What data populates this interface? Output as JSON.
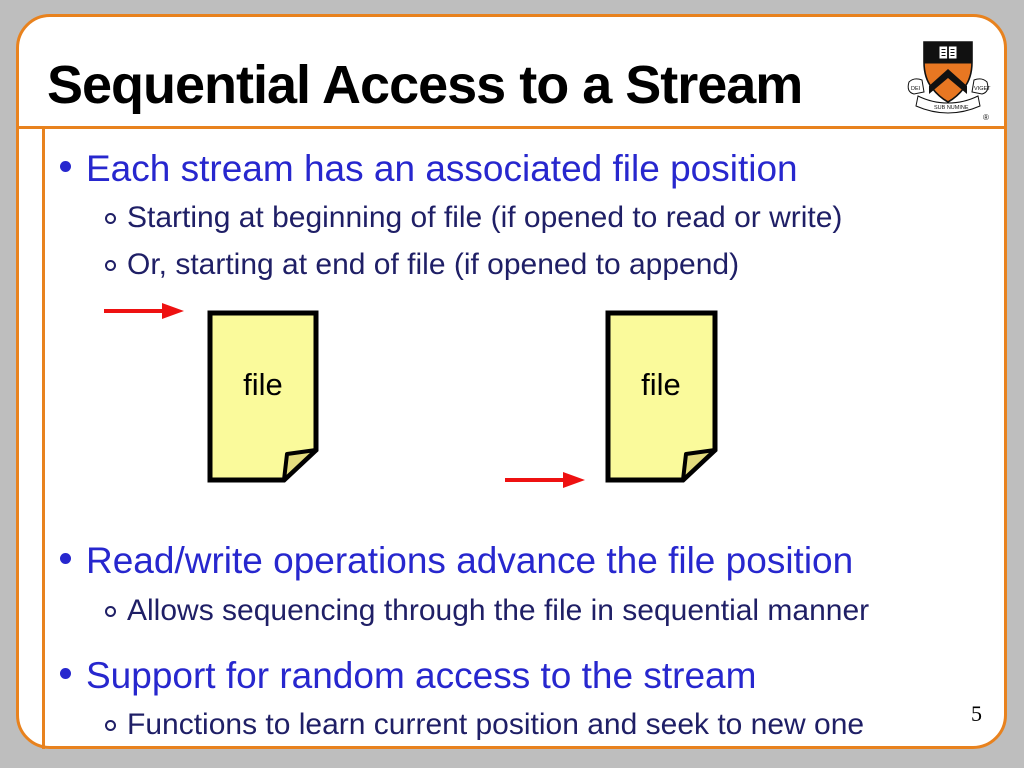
{
  "slide": {
    "title": "Sequential Access to a Stream",
    "page_number": "5",
    "logo": {
      "name": "princeton-university-shield",
      "motto_left": "DEI",
      "motto_center": "SUB NUMINE",
      "motto_right": "VIGET",
      "registered_mark": "®",
      "shield_color": "#E87722"
    },
    "colors": {
      "background_gray": "#BEBEBE",
      "accent_orange": "#E8821E",
      "bullet_level1_blue": "#2727CE",
      "bullet_level2_navy": "#1F1F66",
      "arrow_red": "#EE1111",
      "file_fill_yellow": "#FAFA9B",
      "file_fold_yellow": "#E3DC7E",
      "title_black": "#000000"
    },
    "bullets": [
      {
        "level": 1,
        "text": "Each stream has an associated file position"
      },
      {
        "level": 2,
        "text": "Starting at beginning of file (if opened to read or write)"
      },
      {
        "level": 2,
        "text": "Or, starting at end of file (if opened to append)"
      },
      {
        "level": 1,
        "text": "Read/write operations advance the file position"
      },
      {
        "level": 2,
        "text": "Allows sequencing through the file in sequential manner"
      },
      {
        "level": 1,
        "text": "Support for random access to the stream"
      },
      {
        "level": 2,
        "text": "Functions to learn current position and seek to new one"
      }
    ],
    "diagram": {
      "files": [
        {
          "label": "file",
          "arrow_position": "top-left"
        },
        {
          "label": "file",
          "arrow_position": "bottom-left"
        }
      ]
    }
  }
}
